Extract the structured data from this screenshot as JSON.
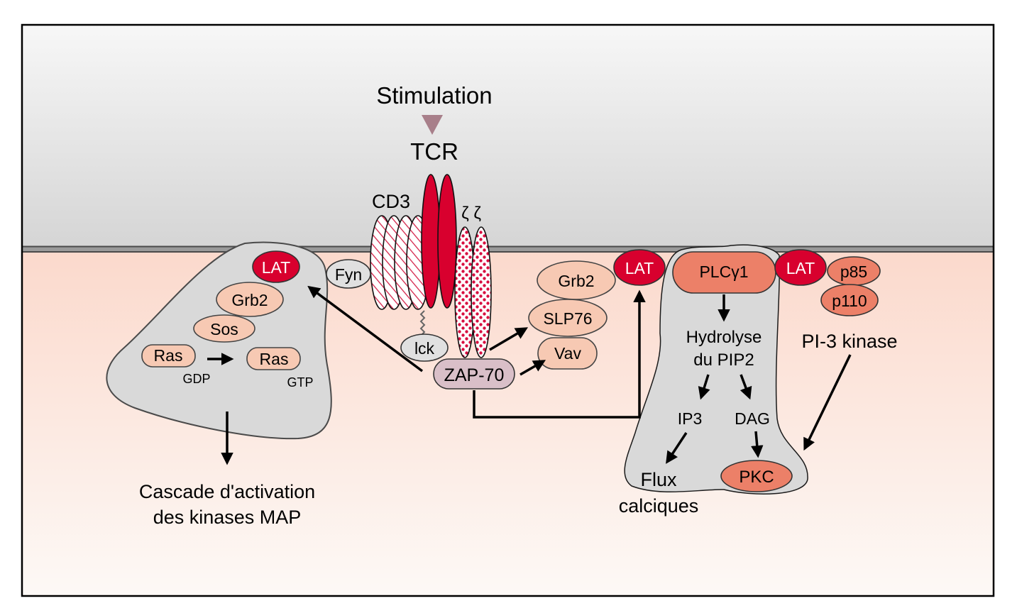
{
  "title": "Stimulation",
  "receptor": {
    "tcr": "TCR",
    "cd3": "CD3",
    "zeta": "ζ ζ"
  },
  "kinases": {
    "fyn": "Fyn",
    "lck": "lck",
    "zap70": "ZAP-70"
  },
  "left_raft": {
    "lat": "LAT",
    "grb2": "Grb2",
    "sos": "Sos",
    "ras_gdp": "Ras",
    "gdp": "GDP",
    "ras_gtp": "Ras",
    "gtp": "GTP",
    "output_line1": "Cascade d'activation",
    "output_line2": "des kinases MAP"
  },
  "center": {
    "grb2": "Grb2",
    "slp76": "SLP76",
    "vav": "Vav",
    "lat": "LAT"
  },
  "right_raft": {
    "plc": "PLCγ1",
    "hydrolyse_line1": "Hydrolyse",
    "hydrolyse_line2": "du PIP2",
    "ip3": "IP3",
    "dag": "DAG",
    "flux_line1": "Flux",
    "flux_line2": "calciques",
    "pkc": "PKC"
  },
  "pi3k": {
    "lat": "LAT",
    "p85": "p85",
    "p110": "p110",
    "label": "PI-3 kinase"
  },
  "colors": {
    "extracellular_top": "#f6f6f6",
    "extracellular_bottom": "#d6d6d6",
    "cytoplasm_top": "#fbdcd0",
    "cytoplasm_bottom": "#fdf8f4",
    "membrane": "#8a8a8a",
    "raft": "#d9d9d9",
    "lat_red": "#d9002f",
    "adaptor_peach": "#f7c9b3",
    "enzyme_salmon": "#ec8068",
    "kinase_gray": "#e0e0e0",
    "zap_mauve": "#d9bfc8",
    "stimulation_arrow": "#a87f8a"
  }
}
